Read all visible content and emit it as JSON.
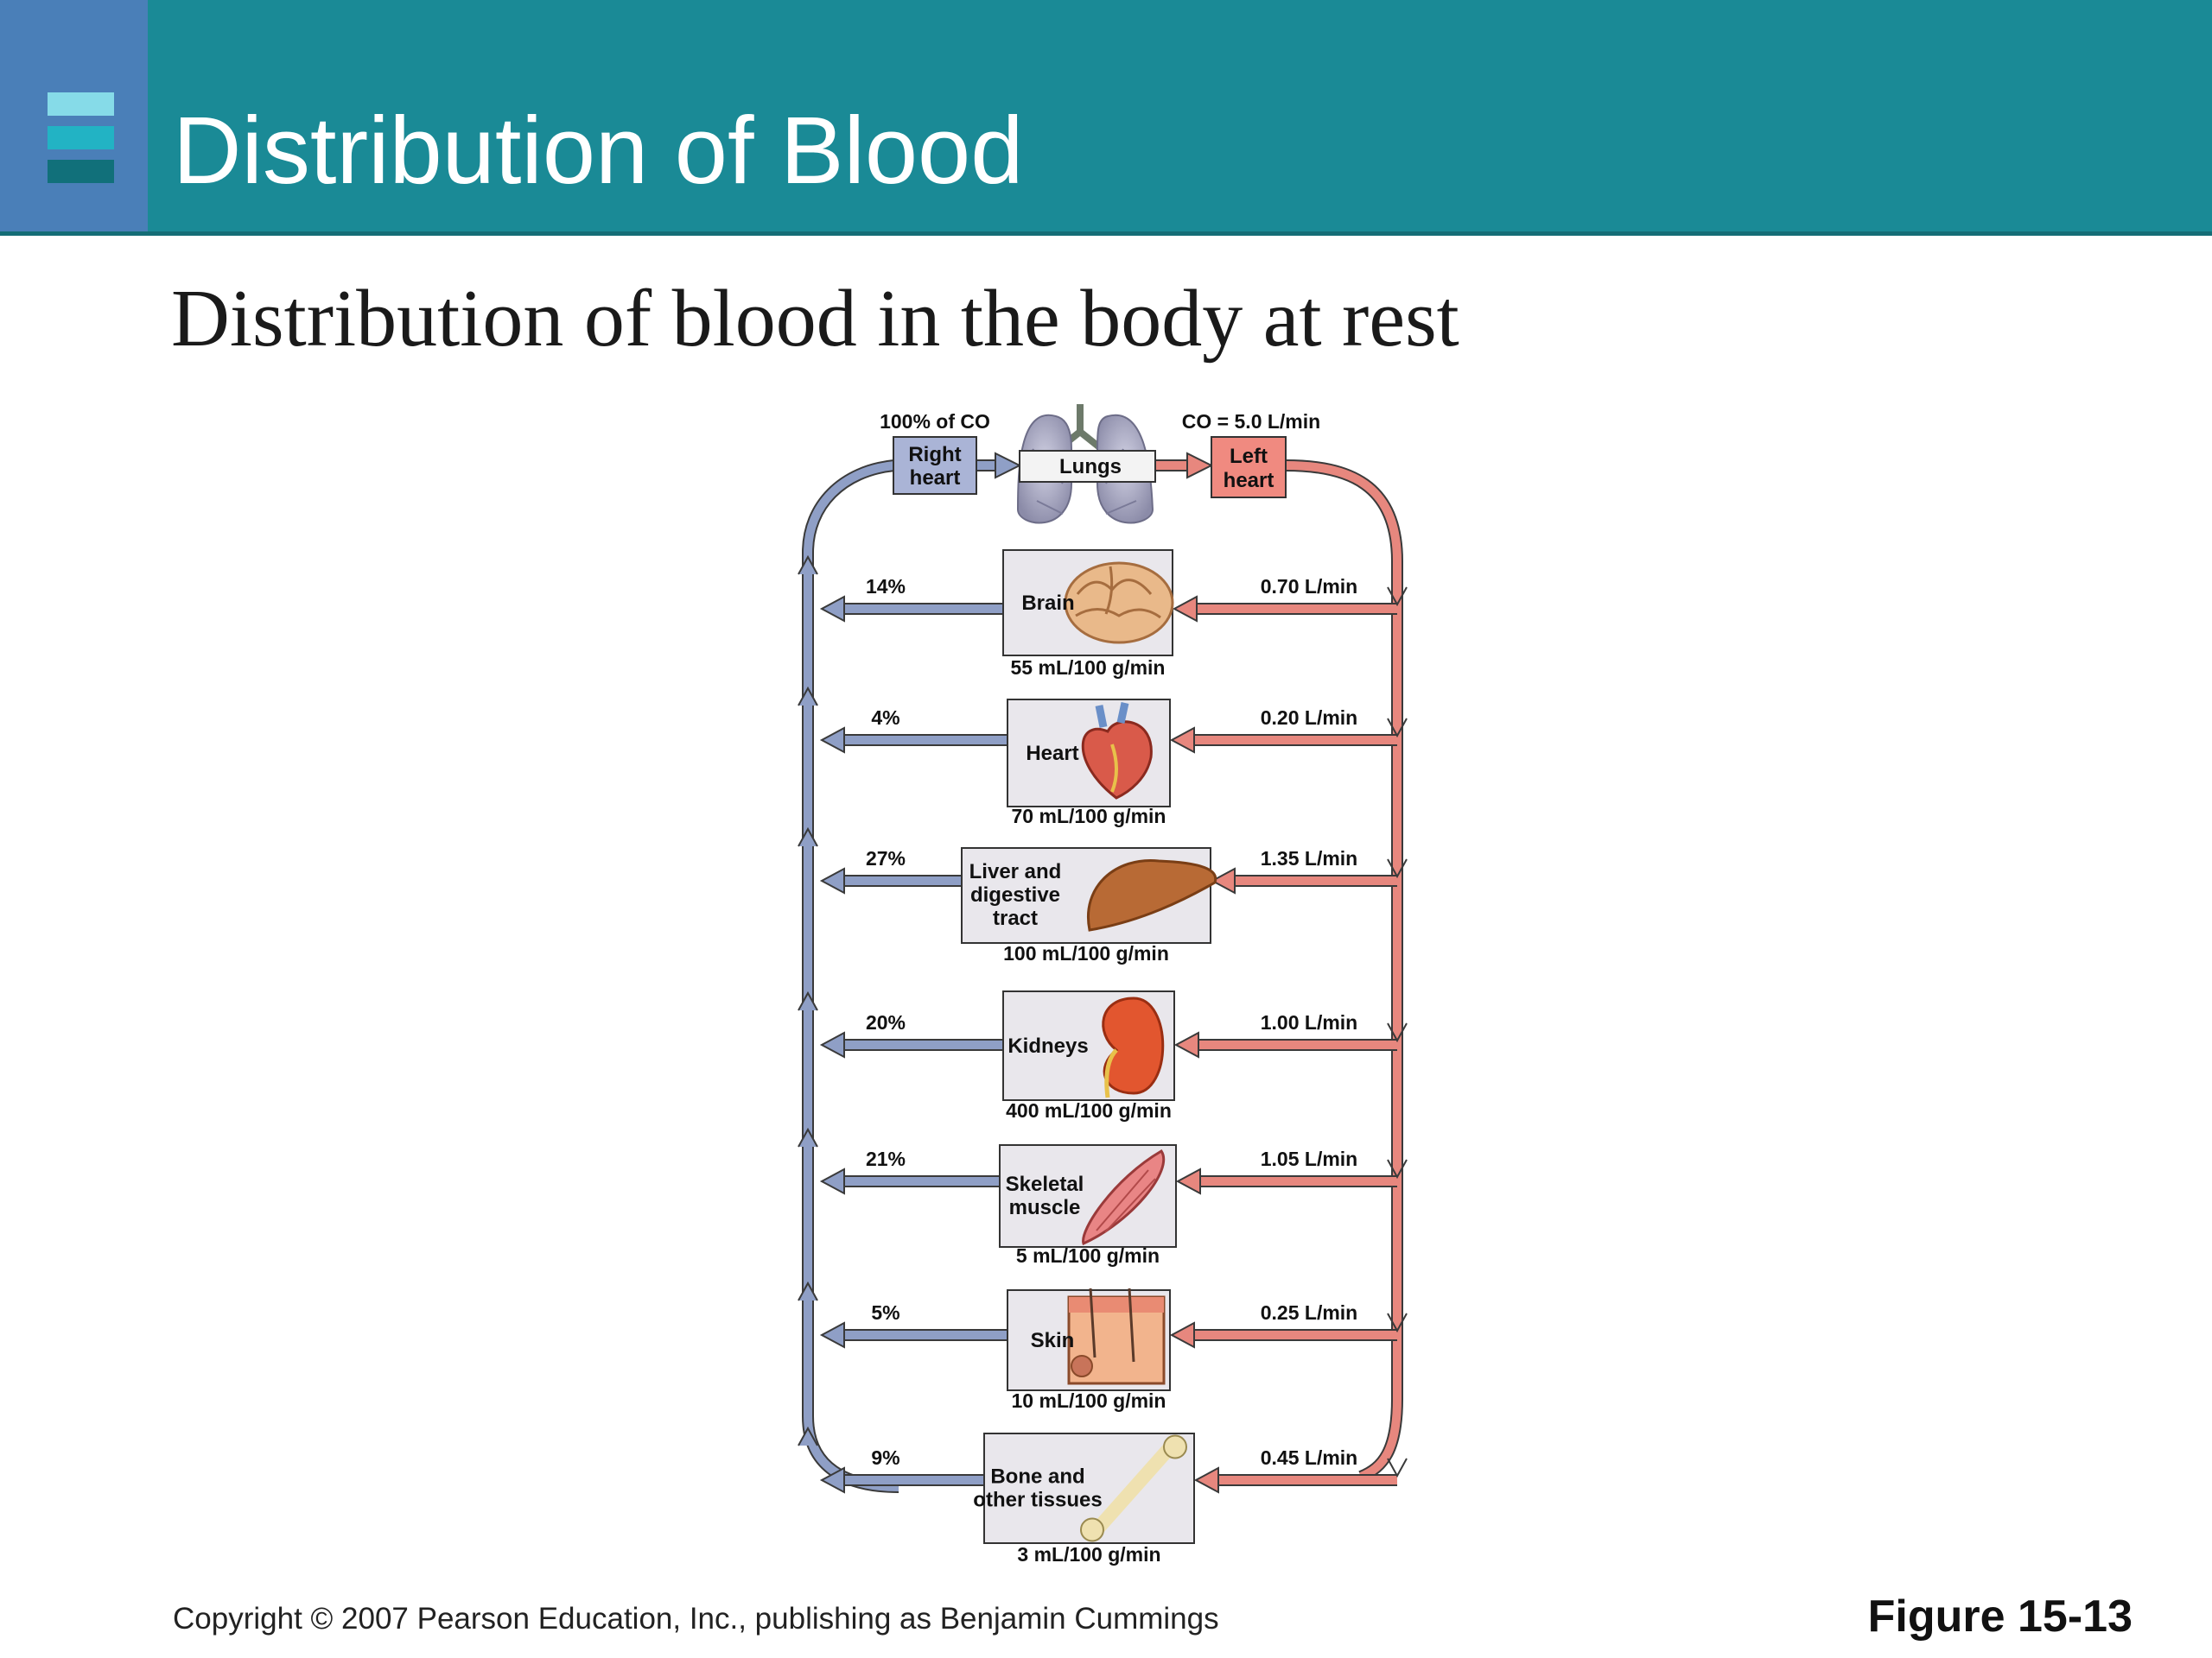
{
  "header": {
    "title": "Distribution of Blood"
  },
  "subtitle": "Distribution of blood in the body at rest",
  "diagram": {
    "top": {
      "right_heart": [
        "Right",
        "heart"
      ],
      "lungs": "Lungs",
      "left_heart": [
        "Left",
        "heart"
      ],
      "co_percent": "100% of CO",
      "co_value": "CO = 5.0 L/min"
    },
    "organs": [
      {
        "name": [
          "Brain"
        ],
        "percent": "14%",
        "flow": "0.70 L/min",
        "perfusion": "55 mL/100 g/min",
        "icon": "brain-icon"
      },
      {
        "name": [
          "Heart"
        ],
        "percent": "4%",
        "flow": "0.20 L/min",
        "perfusion": "70 mL/100 g/min",
        "icon": "heart-icon"
      },
      {
        "name": [
          "Liver and",
          "digestive",
          "tract"
        ],
        "percent": "27%",
        "flow": "1.35 L/min",
        "perfusion": "100 mL/100 g/min",
        "icon": "liver-icon"
      },
      {
        "name": [
          "Kidneys"
        ],
        "percent": "20%",
        "flow": "1.00 L/min",
        "perfusion": "400 mL/100 g/min",
        "icon": "kidney-icon"
      },
      {
        "name": [
          "Skeletal",
          "muscle"
        ],
        "percent": "21%",
        "flow": "1.05 L/min",
        "perfusion": "5 mL/100 g/min",
        "icon": "muscle-icon"
      },
      {
        "name": [
          "Skin"
        ],
        "percent": "5%",
        "flow": "0.25 L/min",
        "perfusion": "10 mL/100 g/min",
        "icon": "skin-icon"
      },
      {
        "name": [
          "Bone and",
          "other tissues"
        ],
        "percent": "9%",
        "flow": "0.45 L/min",
        "perfusion": "3 mL/100 g/min",
        "icon": "bone-icon"
      }
    ]
  },
  "footer": {
    "copyright": "Copyright © 2007 Pearson Education, Inc., publishing as Benjamin Cummings",
    "figure": "Figure 15-13"
  },
  "colors": {
    "header": "#1a8a96",
    "header_side": "#4a7fb8",
    "venous": "#8f9fc6",
    "arterial": "#e7877e",
    "right_heart_box": "#aab4d6",
    "left_heart_box": "#f08a80"
  }
}
